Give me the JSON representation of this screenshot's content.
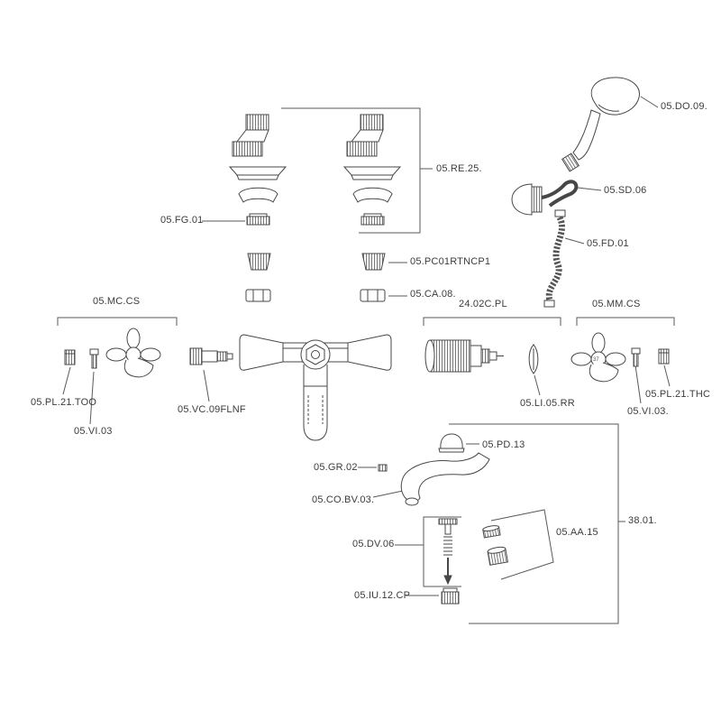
{
  "diagram": {
    "handle_mark": "37",
    "colors": {
      "background": "#ffffff",
      "line": "#474747",
      "thin_line": "#5a5a5a",
      "text": "#3c3c3c"
    },
    "labels": {
      "do09": "05.DO.09.",
      "re25": "05.RE.25.",
      "sd06": "05.SD.06",
      "fd01": "05.FD.01",
      "fg01": "05.FG.01",
      "pc01rtncp1": "05.PC01RTNCP1",
      "ca08": "05.CA.08.",
      "mccs": "05.MC.CS",
      "pl2402": "24.02C.PL",
      "mmcs": "05.MM.CS",
      "pl21too": "05.PL.21.TOO",
      "vc09flnf": "05.VC.09FLNF",
      "vi03_left": "05.VI.03",
      "li05rr": "05.LI.05.RR",
      "pl21thc": "05.PL.21.THC",
      "vi03_right": "05.VI.03.",
      "pd13": "05.PD.13",
      "gr02": "05.GR.02",
      "cobv03": "05.CO.BV.03.",
      "aa15": "05.AA.15",
      "dv06": "05.DV.06",
      "iu12cp": "05.IU.12.CP",
      "n3801": "38.01."
    }
  }
}
